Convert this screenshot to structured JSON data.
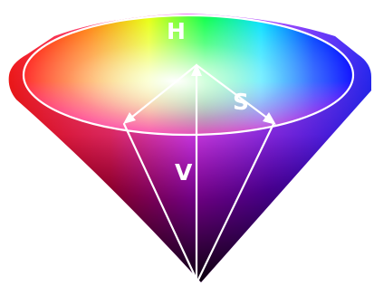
{
  "diagram": {
    "labels": {
      "hue": "H",
      "saturation": "S",
      "value": "V"
    },
    "colors": {
      "background": "#ffffff",
      "outline": "#ffffff",
      "red": "#ff0000",
      "orange": "#ff8000",
      "yellow": "#ffff00",
      "green": "#00ff00",
      "cyan": "#00ffff",
      "blue": "#0000ff",
      "magenta": "#ff00ff",
      "apex": "#000000"
    }
  }
}
